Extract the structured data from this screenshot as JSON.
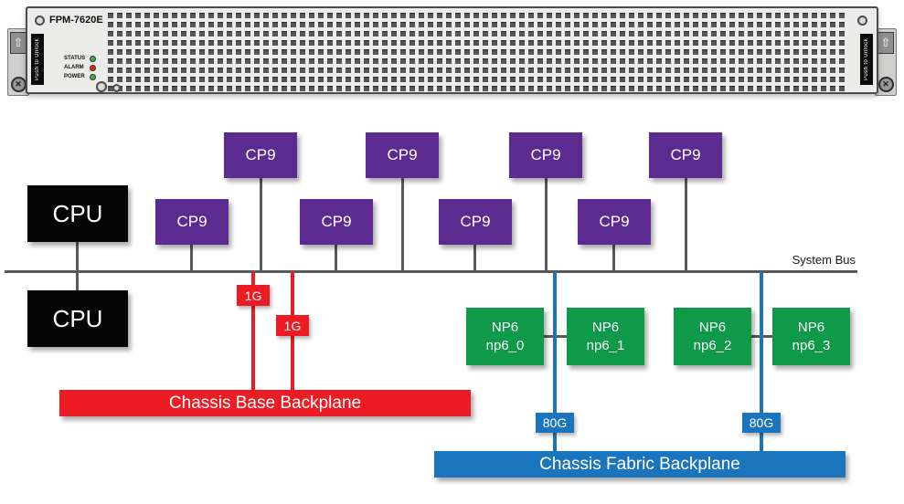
{
  "panel": {
    "model": "FPM-7620E",
    "latch_text": "Push to Unlock",
    "leds": [
      {
        "label": "STATUS",
        "color": "#39b54a"
      },
      {
        "label": "ALARM",
        "color": "#ed1c24"
      },
      {
        "label": "POWER",
        "color": "#39b54a"
      }
    ]
  },
  "icons": {
    "arrow_up": "⇧",
    "screw_x": "✕"
  },
  "diagram": {
    "system_bus_label": "System Bus",
    "cpus": [
      {
        "label": "CPU"
      },
      {
        "label": "CPU"
      }
    ],
    "cp9_top": [
      {
        "label": "CP9"
      },
      {
        "label": "CP9"
      },
      {
        "label": "CP9"
      },
      {
        "label": "CP9"
      }
    ],
    "cp9_bottom": [
      {
        "label": "CP9"
      },
      {
        "label": "CP9"
      },
      {
        "label": "CP9"
      },
      {
        "label": "CP9"
      }
    ],
    "np6": [
      {
        "title": "NP6",
        "name": "np6_0"
      },
      {
        "title": "NP6",
        "name": "np6_1"
      },
      {
        "title": "NP6",
        "name": "np6_2"
      },
      {
        "title": "NP6",
        "name": "np6_3"
      }
    ],
    "base_links": [
      {
        "label": "1G"
      },
      {
        "label": "1G"
      }
    ],
    "fabric_links": [
      {
        "label": "80G"
      },
      {
        "label": "80G"
      }
    ],
    "base_backplane": {
      "label": "Chassis Base Backplane",
      "color": "#ed1c24"
    },
    "fabric_backplane": {
      "label": "Chassis Fabric Backplane",
      "color": "#1b75bc"
    }
  }
}
